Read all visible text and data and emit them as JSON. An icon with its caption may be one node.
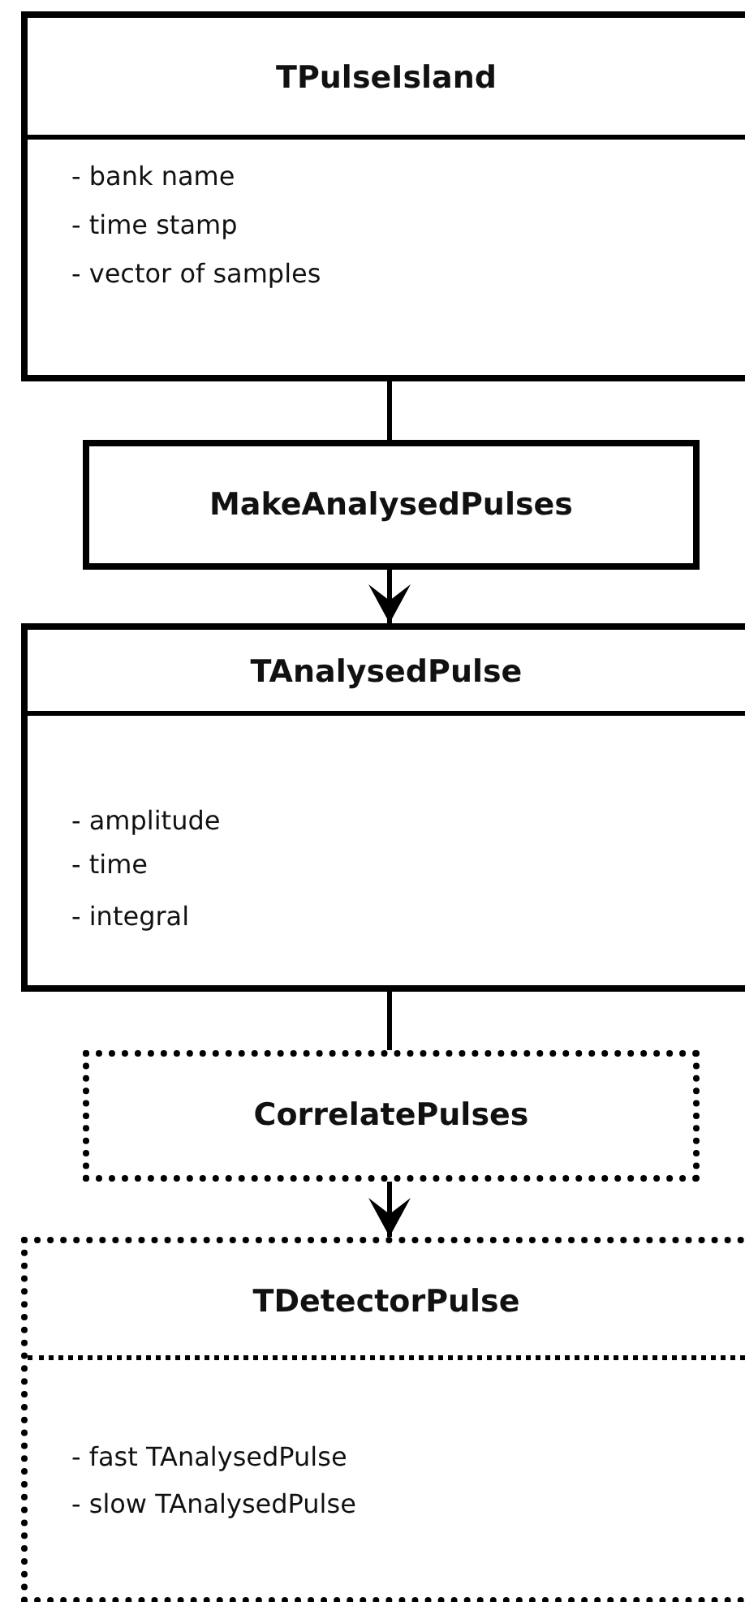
{
  "diagram": {
    "nodes": [
      {
        "text": [
          "TPulseIsland",
          "- bank name",
          "- time stamp",
          "- vector of samples"
        ]
      },
      {
        "text": [
          "MakeAnalysedPulses"
        ]
      },
      {
        "text": [
          "TAnalysedPulse",
          "- amplitude",
          "- time",
          "- integral"
        ]
      },
      {
        "text": [
          "CorrelatePulses"
        ]
      },
      {
        "text": [
          "TDetectorPulse",
          "- fast TAnalysedPulse",
          "- slow TAnalysedPulse"
        ]
      }
    ],
    "edges": [
      {
        "from": 0,
        "to": 1,
        "arrow": "none"
      },
      {
        "from": 1,
        "to": 2,
        "arrow": "to"
      },
      {
        "from": 2,
        "to": 3,
        "arrow": "none"
      },
      {
        "from": 3,
        "to": 4,
        "arrow": "to"
      }
    ]
  }
}
